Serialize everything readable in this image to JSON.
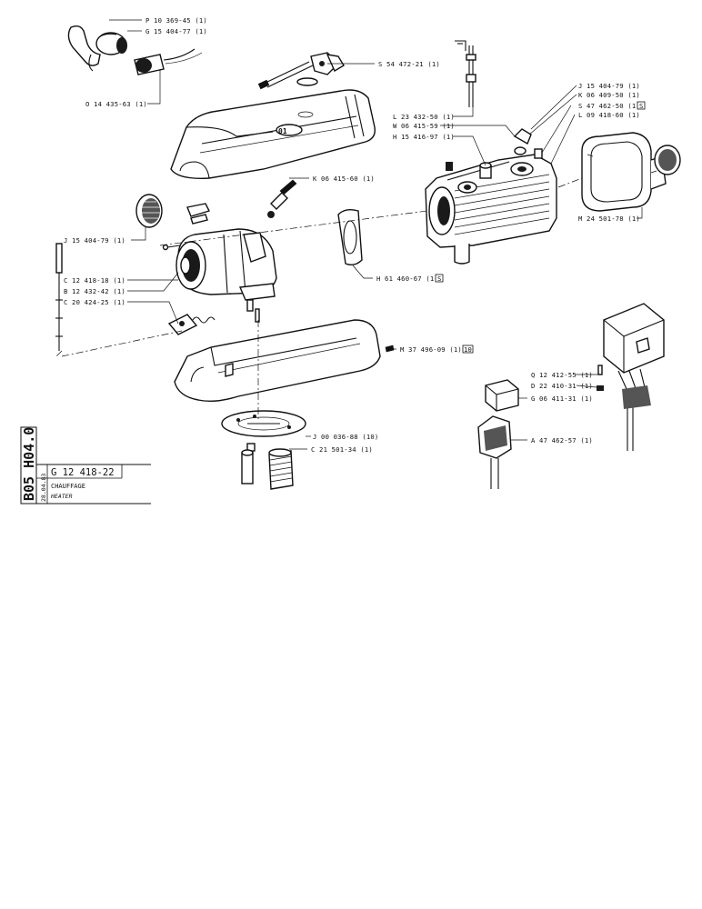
{
  "title_block": {
    "section_code": "B05 H04.0",
    "drawing_no": "G 12 418-22",
    "date": "28.04.83",
    "title_fr": "CHAUFFAGE",
    "title_en": "HEATER"
  },
  "callouts": [
    {
      "id": "p10369",
      "text": "P 10 369-45 (1)"
    },
    {
      "id": "g15404",
      "text": "G 15 404-77 (1)"
    },
    {
      "id": "o14435",
      "text": "O 14 435-63 (1)"
    },
    {
      "id": "s54472",
      "text": "S 54 472-21 (1)"
    },
    {
      "id": "l23432",
      "text": "L 23 432-50 (1)"
    },
    {
      "id": "w06415",
      "text": "W 06 415-59 (1)"
    },
    {
      "id": "h15416",
      "text": "H 15 416-97 (1)"
    },
    {
      "id": "j15404r",
      "text": "J 15 404-79 (1)"
    },
    {
      "id": "k06409",
      "text": "K 06 409-50 (1)"
    },
    {
      "id": "s47462",
      "text": "S 47 462-50 (1)"
    },
    {
      "id": "l09418",
      "text": "L 09 418-60 (1)"
    },
    {
      "id": "k06415",
      "text": "K 06 415-60 (1)"
    },
    {
      "id": "j15404l",
      "text": "J 15 404-79 (1)"
    },
    {
      "id": "m24501",
      "text": "M 24 501-78 (1)"
    },
    {
      "id": "h61460",
      "text": "H 61 460-67 (1)"
    },
    {
      "id": "c12418",
      "text": "C 12 418-18 (1)"
    },
    {
      "id": "b12432",
      "text": "B 12 432-42 (1)"
    },
    {
      "id": "c20424",
      "text": "C 20 424-25 (1)"
    },
    {
      "id": "m37496",
      "text": "M 37 496-09 (1)"
    },
    {
      "id": "q12412",
      "text": "Q 12 412-55 (1)"
    },
    {
      "id": "d22410",
      "text": "D 22 410-31 (1)"
    },
    {
      "id": "g06411",
      "text": "G 06 411-31 (1)"
    },
    {
      "id": "j00036",
      "text": "J 00 036-88 (10)"
    },
    {
      "id": "c21501",
      "text": "C 21 501-34 (1)"
    },
    {
      "id": "a47462",
      "text": "A 47 462-57 (1)"
    }
  ],
  "flags": {
    "s47462": "S",
    "h61460": "S",
    "m37496": "10"
  }
}
